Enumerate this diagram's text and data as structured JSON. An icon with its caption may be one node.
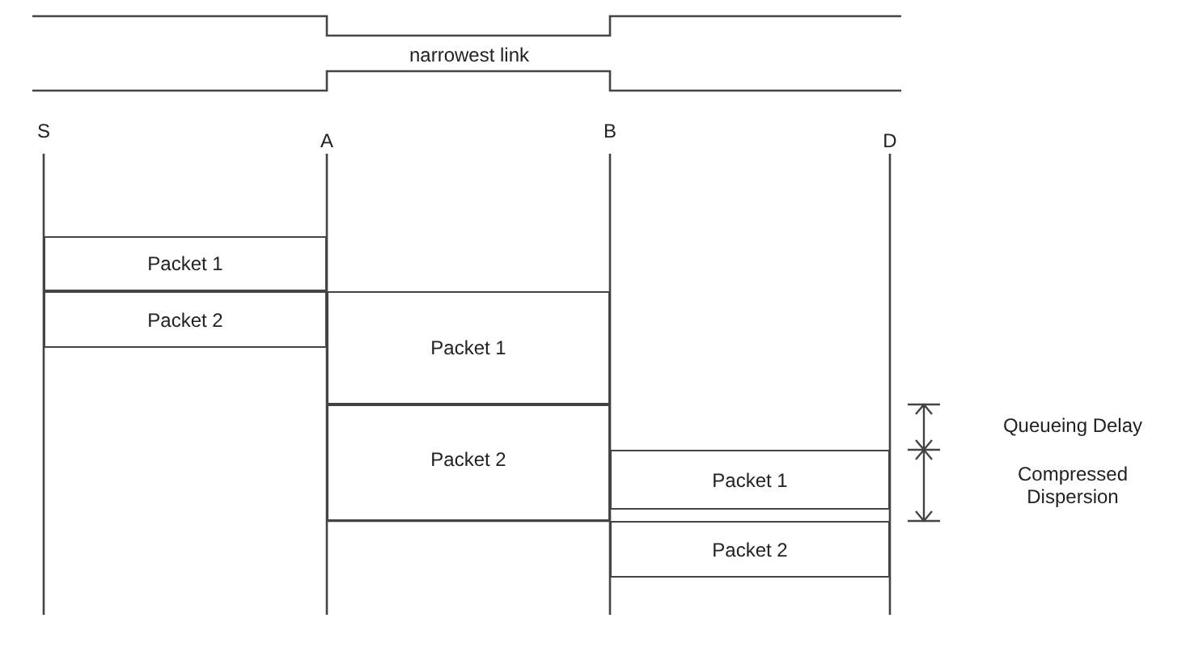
{
  "diagram": {
    "nodes": [
      {
        "text": [
          "Packet 1"
        ]
      },
      {
        "text": [
          "Packet 2"
        ]
      },
      {
        "text": [
          "Packet 1"
        ]
      },
      {
        "text": [
          "Packet 2"
        ]
      },
      {
        "text": [
          "Packet 1"
        ]
      },
      {
        "text": [
          "Packet 2"
        ]
      }
    ],
    "labels": [
      "narrowest link",
      "S",
      "A",
      "B",
      "D",
      "Queueing Delay",
      "Compressed Dispersion"
    ]
  }
}
